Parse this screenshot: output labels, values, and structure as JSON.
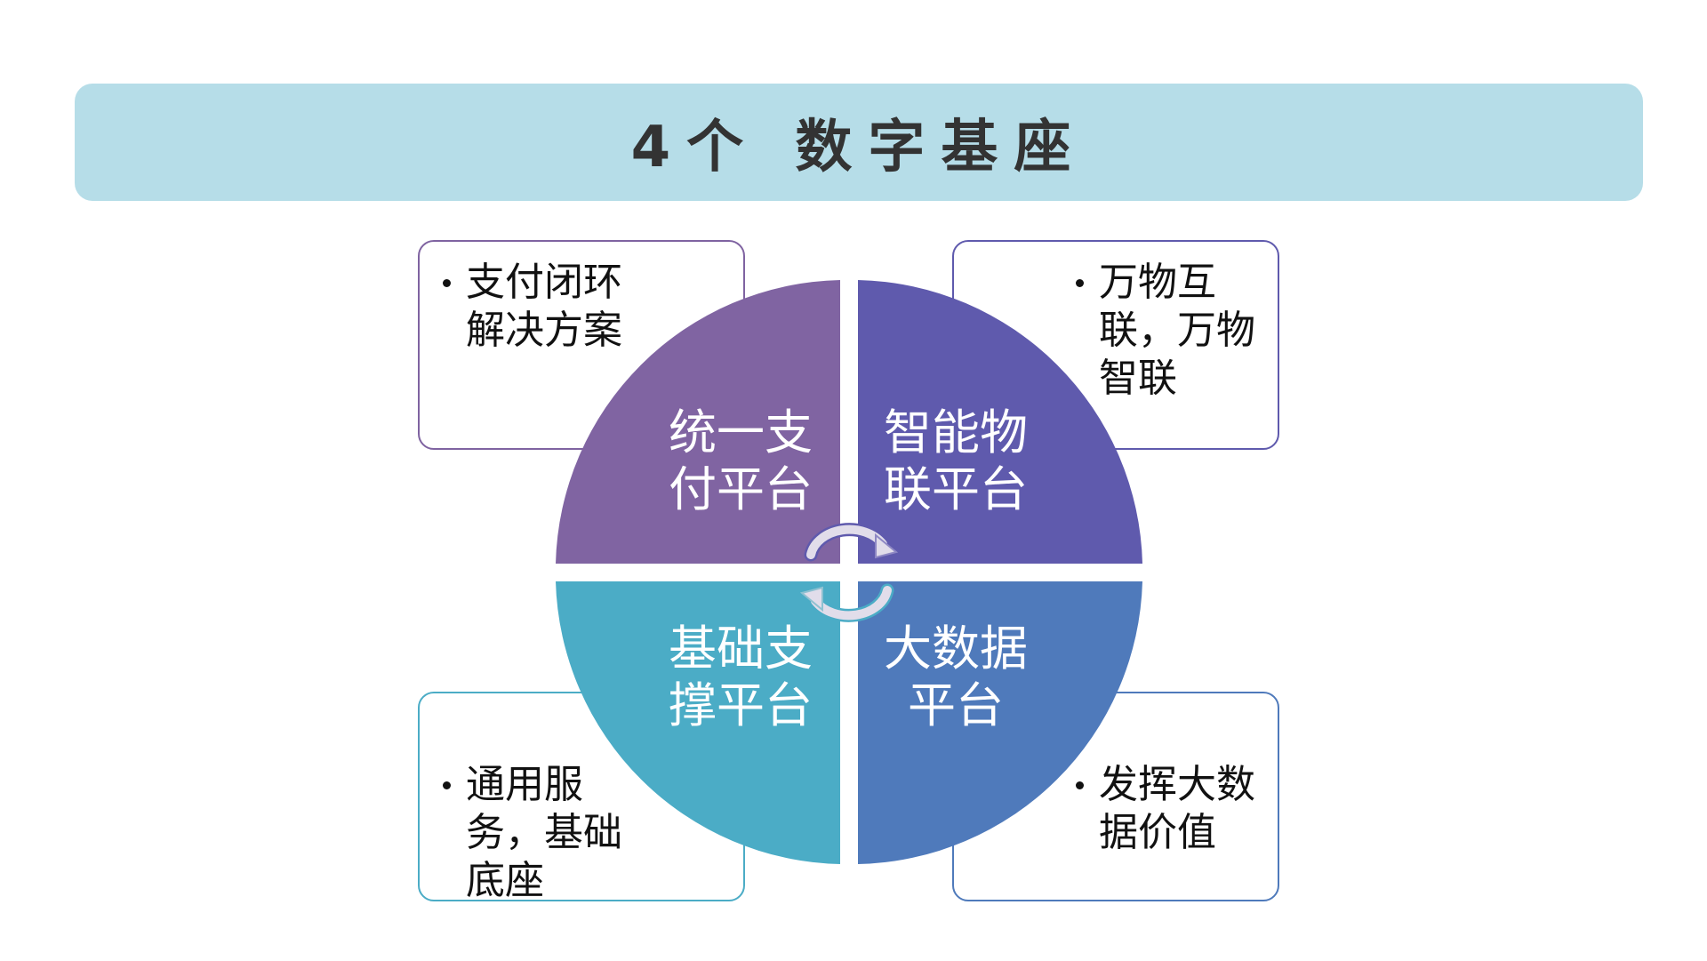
{
  "title": "4个 数字基座",
  "colors": {
    "title_bg": "#b6dde8",
    "q_top_left": "#8064a2",
    "q_top_right": "#5f5aad",
    "q_bottom_left": "#4bacc6",
    "q_bottom_right": "#4f7abb",
    "arrow": "#e1ddea"
  },
  "quadrants": {
    "top_left": {
      "label": "统一支付平台",
      "description": "支付闭环解决方案"
    },
    "top_right": {
      "label": "智能物联平台",
      "description": "万物互联，万物智联"
    },
    "bottom_left": {
      "label": "基础支撑平台",
      "description": "通用服务，基础底座"
    },
    "bottom_right": {
      "label": "大数据平台",
      "description": "发挥大数据价值"
    }
  },
  "center_icon": "cycle-arrows-icon"
}
